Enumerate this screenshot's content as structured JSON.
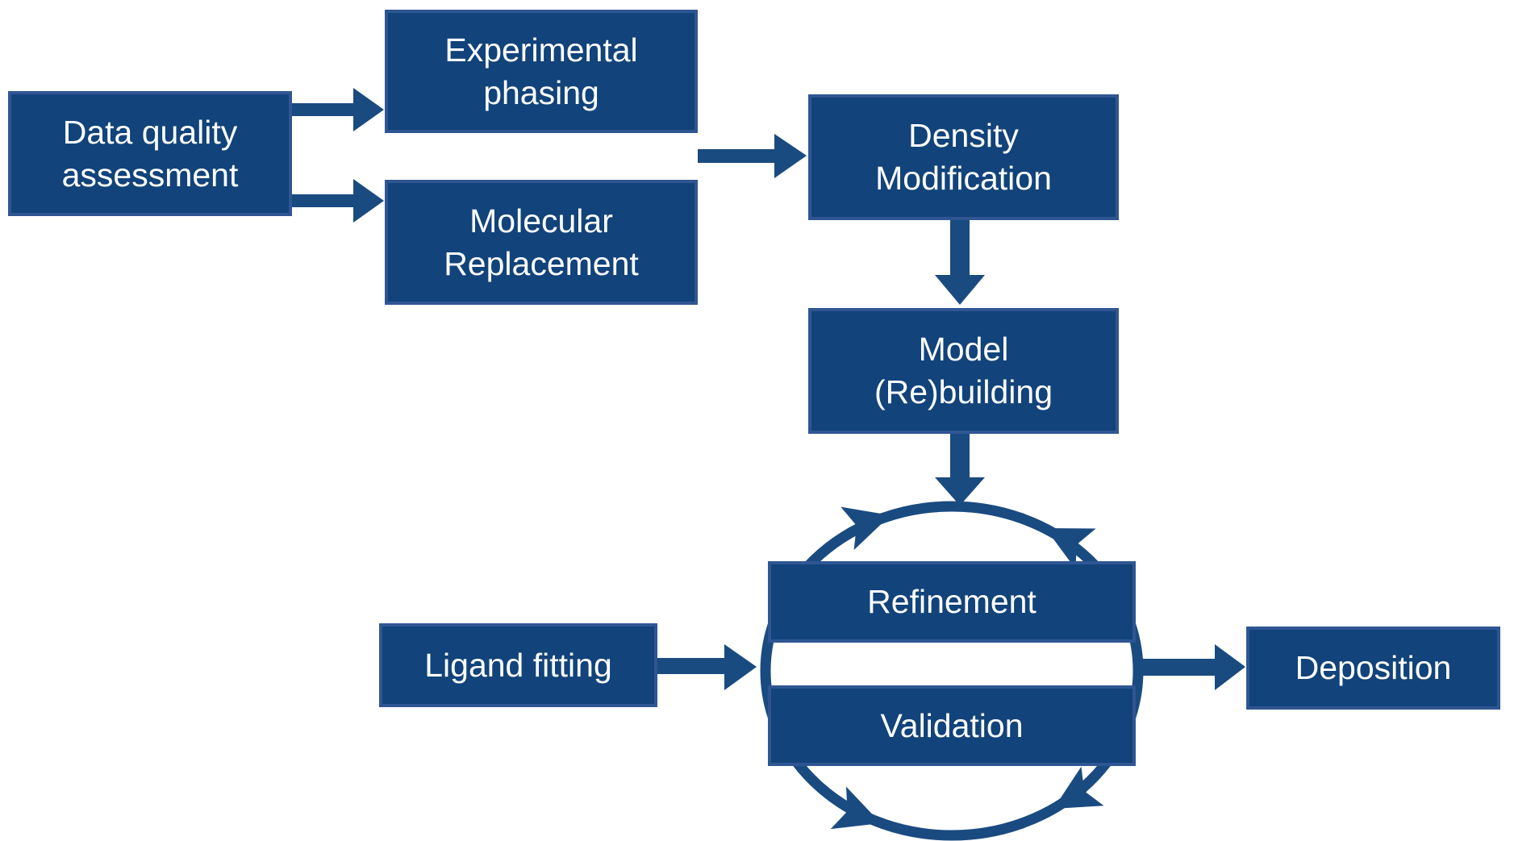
{
  "colors": {
    "box_fill": "#12437A",
    "box_border": "#2F5693",
    "arrow": "#1A4B80",
    "label_text": "#FFFFFF",
    "background": "#FFFFFF"
  },
  "nodes": {
    "data_quality_assessment": {
      "line1": "Data quality",
      "line2": "assessment"
    },
    "experimental_phasing": {
      "line1": "Experimental",
      "line2": "phasing"
    },
    "molecular_replacement": {
      "line1": "Molecular",
      "line2": "Replacement"
    },
    "density_modification": {
      "line1": "Density",
      "line2": "Modification"
    },
    "model_rebuilding": {
      "line1": "Model",
      "line2": "(Re)building"
    },
    "refinement": {
      "line1": "Refinement"
    },
    "validation": {
      "line1": "Validation"
    },
    "ligand_fitting": {
      "line1": "Ligand fitting"
    },
    "deposition": {
      "line1": "Deposition"
    }
  },
  "connections": [
    {
      "from": "Data quality assessment",
      "to": "Experimental phasing"
    },
    {
      "from": "Data quality assessment",
      "to": "Molecular Replacement"
    },
    {
      "from": "Experimental phasing / Molecular Replacement",
      "to": "Density Modification"
    },
    {
      "from": "Density Modification",
      "to": "Model (Re)building"
    },
    {
      "from": "Model (Re)building",
      "to": "Refinement-Validation cycle"
    },
    {
      "from": "Ligand fitting",
      "to": "Refinement-Validation cycle"
    },
    {
      "from": "Refinement-Validation cycle",
      "to": "Deposition"
    }
  ]
}
